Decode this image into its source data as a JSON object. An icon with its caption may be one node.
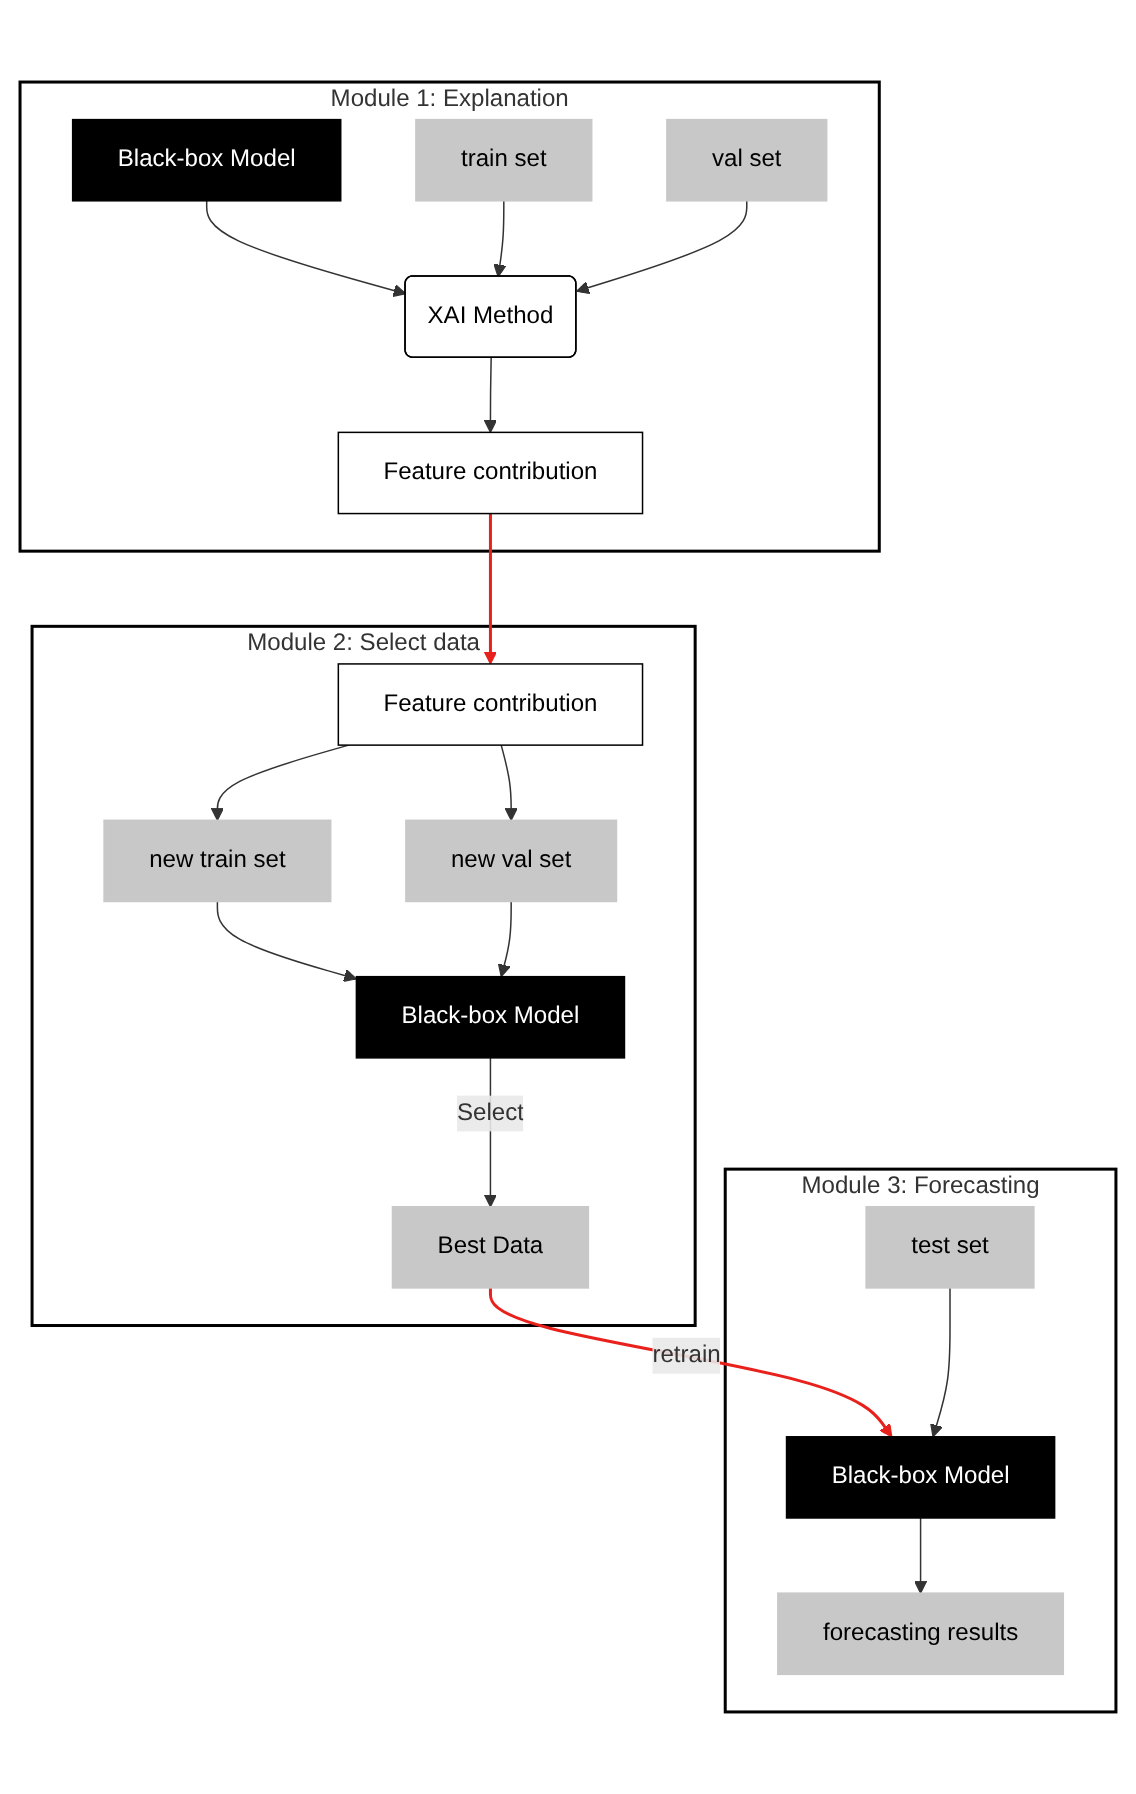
{
  "diagram": {
    "nodes": [
      {
        "text": [
          "Module 1: Explanation"
        ]
      },
      {
        "text": [
          "Black-box Model"
        ],
        "in": 0
      },
      {
        "text": [
          "train set"
        ],
        "in": 0
      },
      {
        "text": [
          "val set"
        ],
        "in": 0
      },
      {
        "text": [
          "XAI Method"
        ],
        "in": 0
      },
      {
        "text": [
          "Feature contribution"
        ],
        "in": 0
      },
      {
        "text": [
          "Module 2: Select data"
        ]
      },
      {
        "text": [
          "Feature contribution"
        ],
        "in": 6
      },
      {
        "text": [
          "new train set"
        ],
        "in": 6
      },
      {
        "text": [
          "new val set"
        ],
        "in": 6
      },
      {
        "text": [
          "Black-box Model"
        ],
        "in": 6
      },
      {
        "text": [
          "Best Data"
        ],
        "in": 6
      },
      {
        "text": [
          "Module 3: Forecasting"
        ]
      },
      {
        "text": [
          "test set"
        ],
        "in": 12
      },
      {
        "text": [
          "Black-box Model"
        ],
        "in": 12
      },
      {
        "text": [
          "forecasting results"
        ],
        "in": 12
      }
    ],
    "edges": [
      {
        "from": 1,
        "to": 4,
        "arrow": "to"
      },
      {
        "from": 2,
        "to": 4,
        "arrow": "to"
      },
      {
        "from": 3,
        "to": 4,
        "arrow": "to"
      },
      {
        "from": 4,
        "to": 5,
        "arrow": "to"
      },
      {
        "from": 5,
        "to": 7,
        "arrow": "to",
        "color": "#e8211c"
      },
      {
        "from": 7,
        "to": 8,
        "arrow": "to"
      },
      {
        "from": 7,
        "to": 9,
        "arrow": "to"
      },
      {
        "from": 8,
        "to": 10,
        "arrow": "to"
      },
      {
        "from": 9,
        "to": 10,
        "arrow": "to"
      },
      {
        "from": 10,
        "to": 11,
        "label": "Select",
        "arrow": "to"
      },
      {
        "from": 11,
        "to": 14,
        "label": "retrain",
        "arrow": "to",
        "color": "#e8211c"
      },
      {
        "from": 13,
        "to": 14,
        "arrow": "to"
      },
      {
        "from": 14,
        "to": 15,
        "arrow": "to"
      }
    ]
  }
}
